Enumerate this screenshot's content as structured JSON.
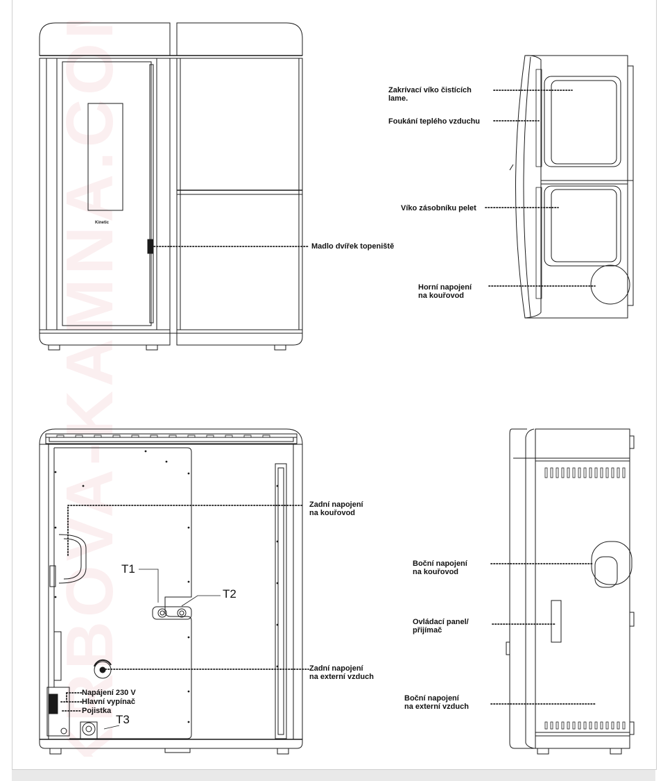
{
  "watermark": "KRBOVA-KAMNA.COM",
  "brand_mark": "Kinetic",
  "views": {
    "front": {
      "callouts": [
        {
          "id": "door-handle",
          "text": "Madlo dvířek topeniště"
        }
      ]
    },
    "side_top": {
      "callouts": [
        {
          "id": "cleaning-cover",
          "text": "Zakrívací víko čistících\nlame."
        },
        {
          "id": "warm-air",
          "text": "Foukání teplého vzduchu"
        },
        {
          "id": "pellet-lid",
          "text": "Víko zásobníku pelet"
        },
        {
          "id": "top-flue",
          "text": "Horní napojení\nna kouřovod"
        }
      ]
    },
    "rear": {
      "callouts": [
        {
          "id": "rear-flue",
          "text": "Zadní napojení\nna kouřovod"
        },
        {
          "id": "rear-air",
          "text": "Zadní napojení\nna externí vzduch"
        },
        {
          "id": "power",
          "text": "Napájení 230 V"
        },
        {
          "id": "main-switch",
          "text": "Hlavní vypínač"
        },
        {
          "id": "fuse",
          "text": "Pojistka"
        }
      ],
      "markers": [
        "T1",
        "T2",
        "T3"
      ]
    },
    "side_bottom": {
      "callouts": [
        {
          "id": "side-flue",
          "text": "Boční napojení\nna kouřovod"
        },
        {
          "id": "control-panel",
          "text": "Ovládací panel/\npřijímač"
        },
        {
          "id": "side-air",
          "text": "Boční napojení\nna externí vzduch"
        }
      ]
    }
  }
}
